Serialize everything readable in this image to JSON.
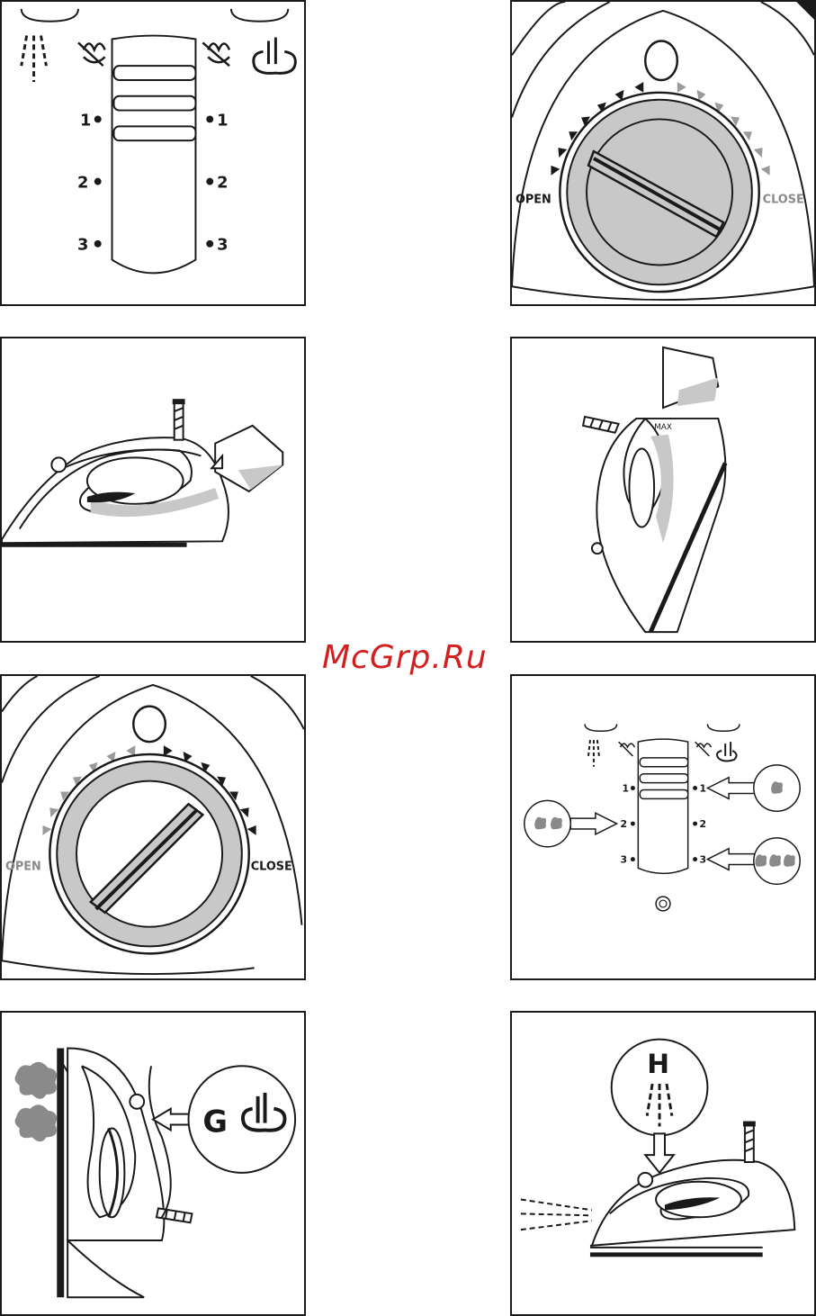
{
  "watermark": "McGrp.Ru",
  "panel1": {
    "levels_left": [
      "1",
      "2",
      "3"
    ],
    "levels_right": [
      "1",
      "2",
      "3"
    ]
  },
  "panel2": {
    "open_label": "OPEN",
    "close_label": "CLOSE"
  },
  "panel4": {
    "max_label": "MAX"
  },
  "panel5": {
    "open_label": "OPEN",
    "close_label": "CLOSE"
  },
  "panel6": {
    "levels_left": [
      "1",
      "2",
      "3"
    ],
    "levels_right": [
      "1",
      "2",
      "3"
    ]
  },
  "panel7": {
    "button_letter": "G"
  },
  "panel8": {
    "button_letter": "H"
  },
  "colors": {
    "outline": "#1a1a1a",
    "grey_fill": "#c8c8c8",
    "mid_grey": "#8a8a8a",
    "watermark": "#d21f1f"
  }
}
